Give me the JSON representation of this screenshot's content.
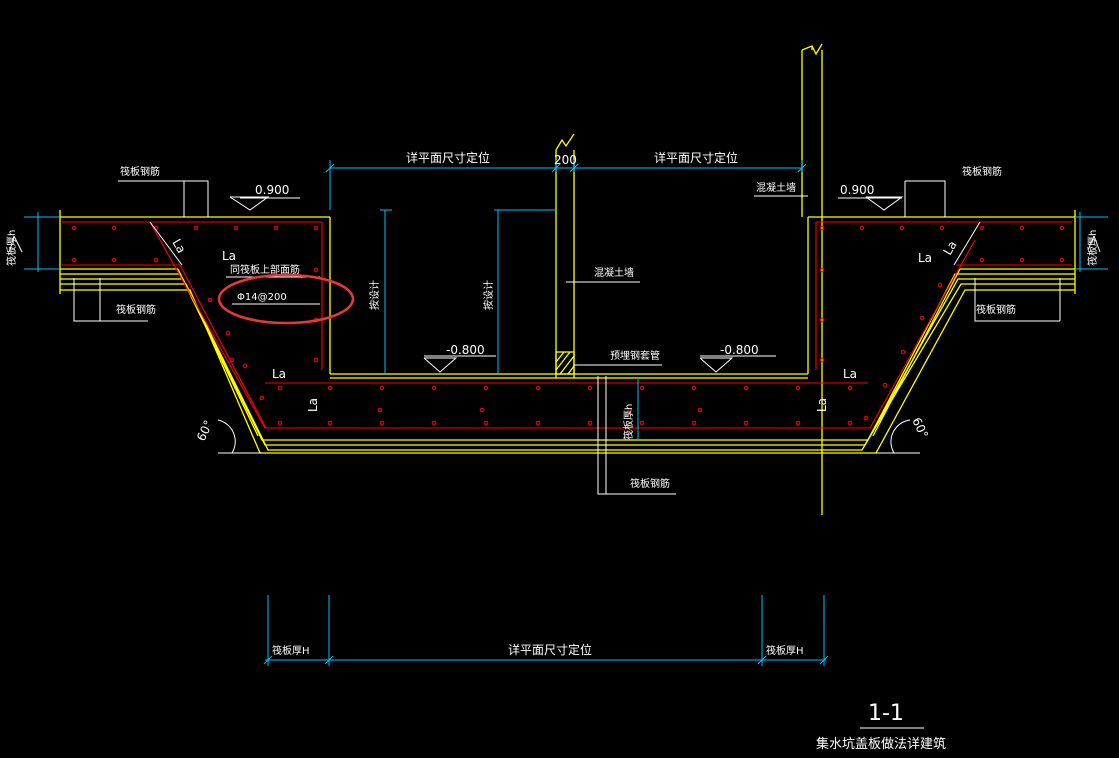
{
  "colors": {
    "background": "#000000",
    "concrete_outline": "#ffff00",
    "rebar": "#ff0000",
    "dimension": "#00bfff",
    "leader": "#ffffff",
    "annotation_circle": "#e53935"
  },
  "labels": {
    "raft_rebar_top_left": "筏板钢筋",
    "raft_rebar_top_right": "筏板钢筋",
    "raft_rebar_bottom_left": "筏板钢筋",
    "raft_rebar_bottom_right": "筏板钢筋",
    "raft_rebar_bottom_center": "筏板钢筋",
    "elev_left": "0.900",
    "elev_right": "0.900",
    "elev_pit_left": "-0.800",
    "elev_pit_right": "-0.800",
    "raft_thickness_left": "筏板厚h",
    "raft_thickness_right": "筏板厚h",
    "raft_thickness_center": "筏板厚h",
    "plan_dim_top_left": "详平面尺寸定位",
    "plan_dim_top_right": "详平面尺寸定位",
    "plan_dim_bottom": "详平面尺寸定位",
    "wall_thickness": "200",
    "concrete_wall_center": "混凝土墙",
    "concrete_wall_right": "混凝土墙",
    "embedded_sleeve": "预埋钢套管",
    "same_as_raft_top": "同筏板上部面筋",
    "rebar_spec": "Φ14@200",
    "by_design_1": "按设计",
    "by_design_2": "按设计",
    "la_1": "La",
    "la_2": "La",
    "la_3": "La",
    "la_4": "La",
    "la_5": "La",
    "la_6": "La",
    "la_7": "La",
    "la_8": "La",
    "angle_left": "60°",
    "angle_right": "60°",
    "thick_H_left": "筏板厚H",
    "thick_H_right": "筏板厚H",
    "section_id": "1-1",
    "section_title": "集水坑盖板做法详建筑"
  }
}
